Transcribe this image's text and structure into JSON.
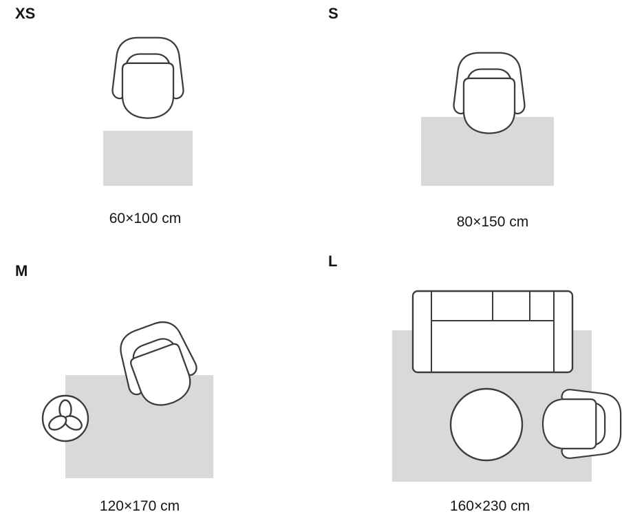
{
  "diagram": {
    "sizes": [
      {
        "id": "xs",
        "label": "XS",
        "caption": "60×100 cm"
      },
      {
        "id": "s",
        "label": "S",
        "caption": "80×150 cm"
      },
      {
        "id": "m",
        "label": "M",
        "caption": "120×170 cm"
      },
      {
        "id": "l",
        "label": "L",
        "caption": "160×230 cm"
      }
    ],
    "colors": {
      "rug": "#d9d9d9",
      "outline": "#3c3c3c",
      "text": "#161616"
    }
  }
}
